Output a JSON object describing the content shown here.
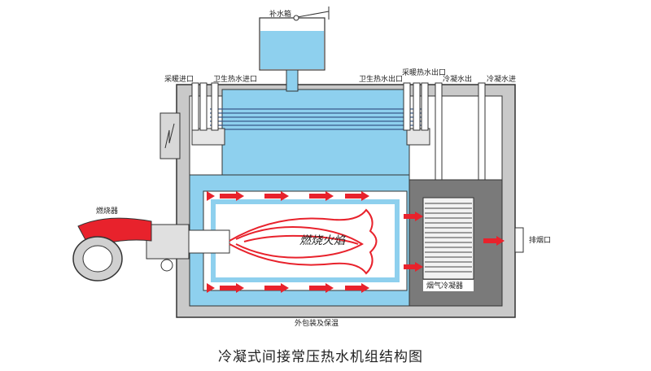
{
  "labels": {
    "makeup_tank": "补水箱",
    "heating_inlet": "采暖进口",
    "sanitary_inlet": "卫生热水进口",
    "sanitary_outlet": "卫生热水出口",
    "heating_outlet": "采暖热水出口",
    "condensate_out": "冷凝水出",
    "condensate_in": "冷凝水进",
    "burner": "燃烧器",
    "flame": "燃烧火焰",
    "flue_condenser": "烟气冷凝器",
    "exhaust": "排烟口",
    "insulation": "外包装及保温"
  },
  "caption": "冷凝式间接常压热水机组结构图",
  "colors": {
    "water": "#8ed0ee",
    "casing": "#c9c9c9",
    "outline": "#333333",
    "flame": "#e8222c",
    "condenser": "#7a7a7a",
    "coil": "#3a5a8a"
  }
}
